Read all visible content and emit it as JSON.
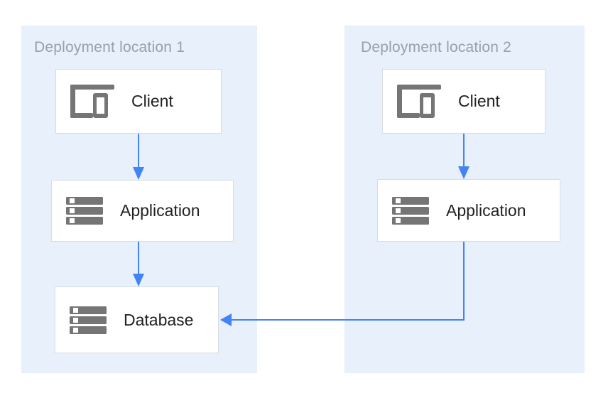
{
  "diagram": {
    "colors": {
      "panel_background": "#E7F0FB",
      "node_background": "#FFFFFF",
      "node_border": "#D9DCE0",
      "icon_gray": "#757575",
      "arrow_blue": "#4284F4",
      "panel_title_gray": "#9AA0A6",
      "label_dark": "#212121"
    },
    "panels": [
      {
        "id": "deployment-location-1",
        "title": "Deployment location 1",
        "nodes": [
          {
            "id": "client-1",
            "label": "Client",
            "icon": "devices-icon"
          },
          {
            "id": "application-1",
            "label": "Application",
            "icon": "server-stack-icon"
          },
          {
            "id": "database-1",
            "label": "Database",
            "icon": "server-stack-icon"
          }
        ]
      },
      {
        "id": "deployment-location-2",
        "title": "Deployment location 2",
        "nodes": [
          {
            "id": "client-2",
            "label": "Client",
            "icon": "devices-icon"
          },
          {
            "id": "application-2",
            "label": "Application",
            "icon": "server-stack-icon"
          }
        ]
      }
    ],
    "edges": [
      {
        "from": "client-1",
        "to": "application-1",
        "direction": "down"
      },
      {
        "from": "application-1",
        "to": "database-1",
        "direction": "down"
      },
      {
        "from": "client-2",
        "to": "application-2",
        "direction": "down"
      },
      {
        "from": "application-2",
        "to": "database-1",
        "direction": "down-then-left"
      }
    ]
  }
}
